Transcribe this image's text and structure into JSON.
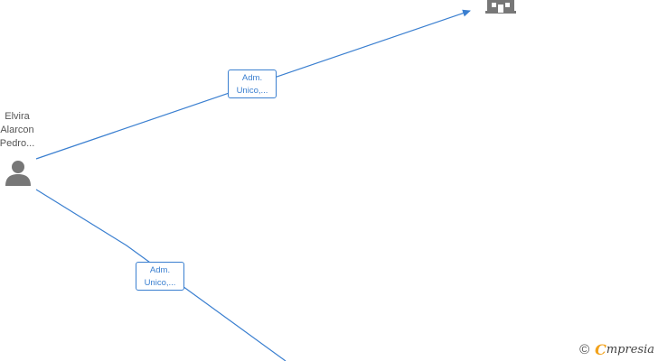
{
  "person": {
    "name_lines": [
      "Elvira",
      "Alarcon",
      "Pedro..."
    ],
    "icon": "person-icon"
  },
  "company": {
    "icon": "building-icon"
  },
  "edges": [
    {
      "label_lines": [
        "Adm.",
        "Unico,..."
      ],
      "target": "company"
    },
    {
      "label_lines": [
        "Adm.",
        "Unico,..."
      ],
      "target": "offscreen-node"
    }
  ],
  "watermark": {
    "copyright_symbol": "©",
    "brand_initial": "C",
    "brand_rest": "mpresia"
  },
  "colors": {
    "edge": "#3a7fd0",
    "icon": "#777777",
    "brand_accent": "#f2a21c"
  }
}
